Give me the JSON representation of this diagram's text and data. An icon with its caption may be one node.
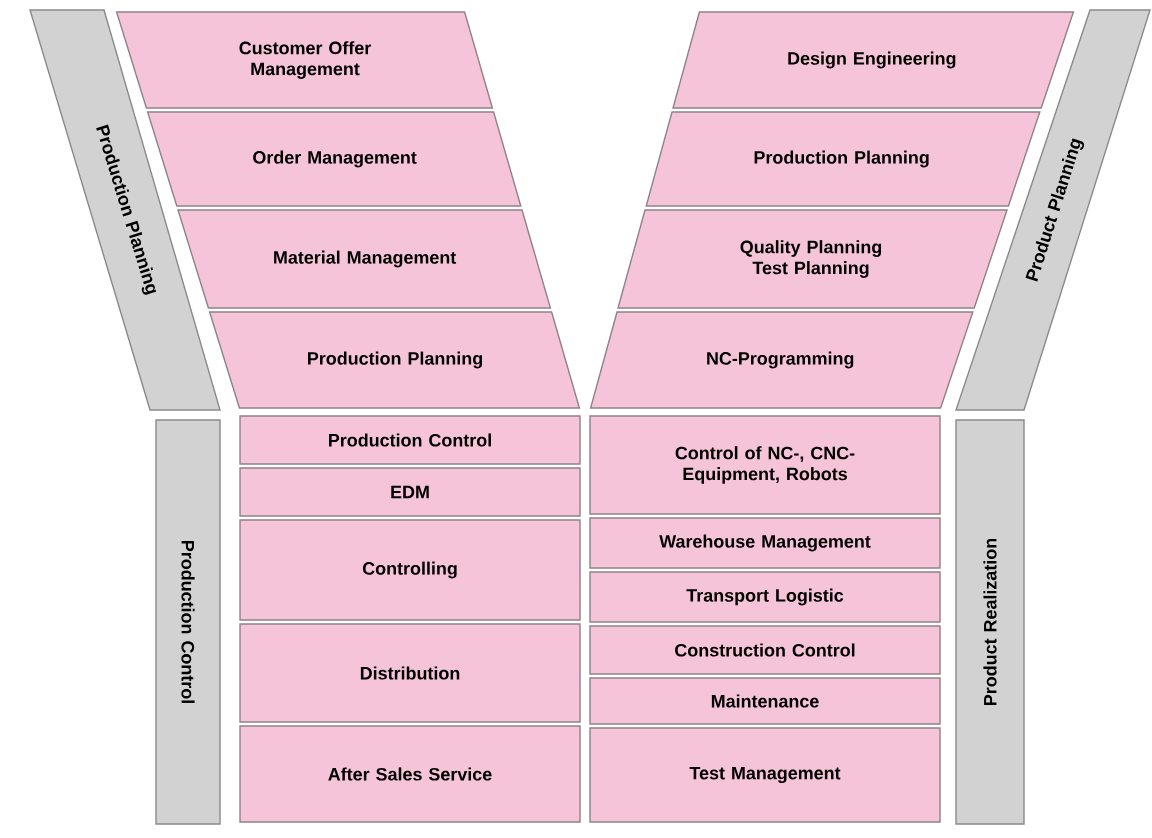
{
  "diagram": {
    "nodes": [
      {
        "text": [
          "Production Planning"
        ]
      },
      {
        "text": [
          "Customer Offer Management"
        ]
      },
      {
        "text": [
          "Order Management"
        ]
      },
      {
        "text": [
          "Material Management"
        ]
      },
      {
        "text": [
          "Production Planning"
        ]
      },
      {
        "text": [
          "Product Planning"
        ]
      },
      {
        "text": [
          "Design Engineering"
        ]
      },
      {
        "text": [
          "Production Planning"
        ]
      },
      {
        "text": [
          "Quality Planning Test Planning"
        ]
      },
      {
        "text": [
          "NC-Programming"
        ]
      },
      {
        "text": [
          "Production Control"
        ]
      },
      {
        "text": [
          "Production Control"
        ]
      },
      {
        "text": [
          "EDM"
        ]
      },
      {
        "text": [
          "Controlling"
        ]
      },
      {
        "text": [
          "Distribution"
        ]
      },
      {
        "text": [
          "After Sales Service"
        ]
      },
      {
        "text": [
          "Product Realization"
        ]
      },
      {
        "text": [
          "Control of NC-, CNC-Equipment, Robots"
        ]
      },
      {
        "text": [
          "Warehouse Management"
        ]
      },
      {
        "text": [
          "Transport Logistic"
        ]
      },
      {
        "text": [
          "Construction Control"
        ]
      },
      {
        "text": [
          "Maintenance"
        ]
      },
      {
        "text": [
          "Test Management"
        ]
      }
    ]
  }
}
